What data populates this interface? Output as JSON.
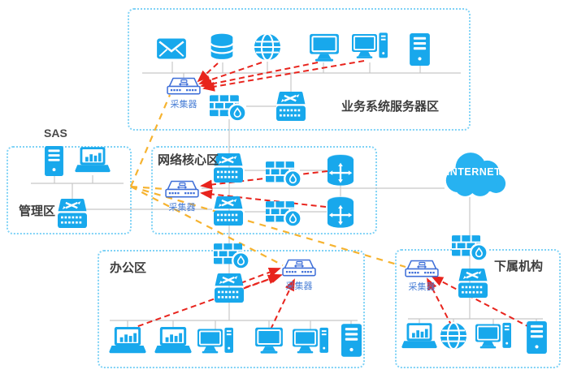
{
  "zones": {
    "business": {
      "label": "业务系统服务器区",
      "devices": [
        "mail-server",
        "database-server",
        "web-server",
        "monitor",
        "workstation",
        "server",
        "collector",
        "firewall",
        "switch"
      ]
    },
    "management": {
      "tag": "SAS",
      "label": "管理区",
      "devices": [
        "server",
        "analysis-laptop",
        "switch"
      ]
    },
    "core": {
      "label": "网络核心区",
      "devices": [
        "collector",
        "switch",
        "firewall",
        "router",
        "switch",
        "firewall",
        "router"
      ]
    },
    "office": {
      "label": "办公区",
      "devices": [
        "firewall",
        "switch",
        "collector",
        "laptop",
        "laptop",
        "workstation",
        "monitor",
        "workstation",
        "server"
      ]
    },
    "branch": {
      "label": "下属机构",
      "devices": [
        "firewall",
        "collector",
        "switch",
        "laptop",
        "web-server",
        "workstation",
        "server"
      ]
    }
  },
  "internet": {
    "label": "INTERNET"
  },
  "collector_label": "采集器",
  "colors": {
    "device_blue": "#18a8ec",
    "cloud_blue": "#27b2f1",
    "collector_stroke": "#3f6fd8",
    "zone_border": "#7fd2f6",
    "link_gray": "#c7c7c7",
    "link_red": "#e8241d",
    "link_yellow": "#f6b330"
  }
}
